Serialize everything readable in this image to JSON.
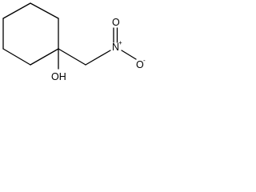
{
  "molecule": {
    "atoms": {
      "hydroxyl": "OH",
      "nitrogen": "N",
      "nitrogen_charge": "+",
      "oxygen_double": "O",
      "oxygen_single": "O",
      "oxygen_charge": "-"
    }
  }
}
